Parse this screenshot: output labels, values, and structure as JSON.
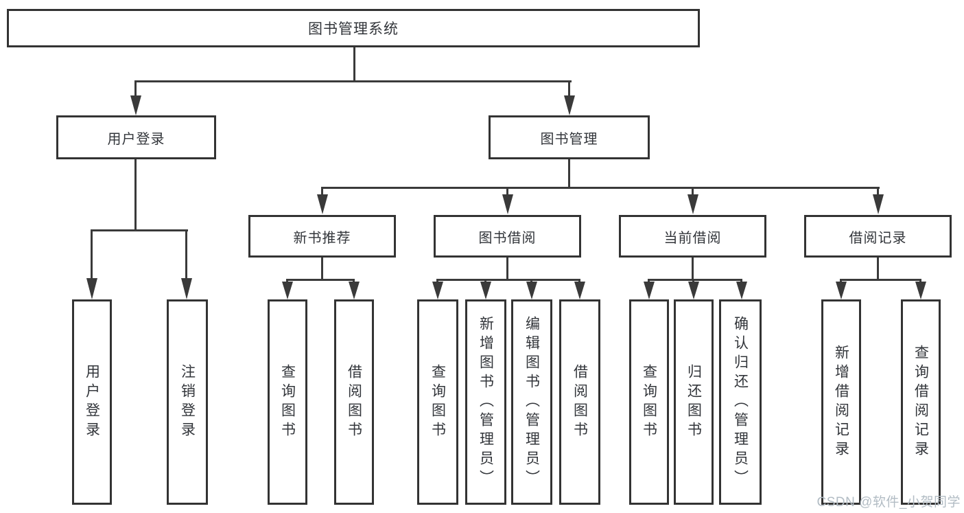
{
  "diagram": {
    "root": {
      "label": "图书管理系统"
    },
    "branches": [
      {
        "label": "用户登录",
        "children": [
          {
            "label": "用户登录"
          },
          {
            "label": "注销登录"
          }
        ]
      },
      {
        "label": "图书管理",
        "children": [
          {
            "label": "新书推荐",
            "children": [
              {
                "label": "查询图书"
              },
              {
                "label": "借阅图书"
              }
            ]
          },
          {
            "label": "图书借阅",
            "children": [
              {
                "label": "查询图书"
              },
              {
                "label": "新增图书（管理员）"
              },
              {
                "label": "编辑图书（管理员）"
              },
              {
                "label": "借阅图书"
              }
            ]
          },
          {
            "label": "当前借阅",
            "children": [
              {
                "label": "查询图书"
              },
              {
                "label": "归还图书"
              },
              {
                "label": "确认归还（管理员）"
              }
            ]
          },
          {
            "label": "借阅记录",
            "children": [
              {
                "label": "新增借阅记录"
              },
              {
                "label": "查询借阅记录"
              }
            ]
          }
        ]
      }
    ],
    "watermark": {
      "text": "CSDN @软件_小贺同学"
    },
    "colors": {
      "line": "#3a3a3a",
      "box_border": "#333333",
      "text": "#32353a",
      "watermark": "#b2bcc4",
      "background": "#ffffff"
    }
  }
}
